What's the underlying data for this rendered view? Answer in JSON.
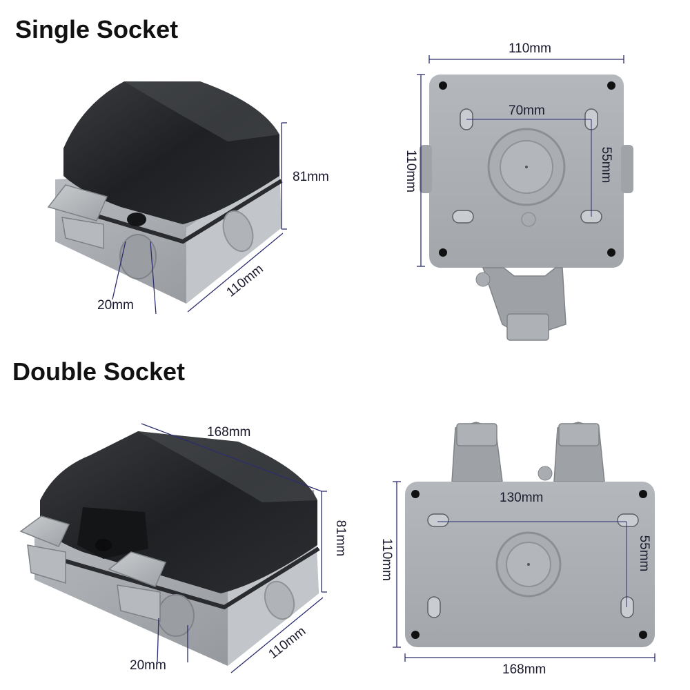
{
  "single": {
    "title": "Single Socket",
    "height": "81mm",
    "depth": "110mm",
    "gland": "20mm",
    "back_width": "110mm",
    "back_height": "110mm",
    "hole_spacing_x": "70mm",
    "hole_spacing_y": "55mm"
  },
  "double": {
    "title": "Double Socket",
    "width": "168mm",
    "height": "81mm",
    "depth": "110mm",
    "gland": "20mm",
    "back_width": "168mm",
    "back_height": "110mm",
    "hole_spacing_x": "130mm",
    "hole_spacing_y": "55mm"
  },
  "colors": {
    "dimension_line": "#2b2d6e",
    "body_grey": "#a7abaf",
    "lid_black": "#222325"
  }
}
